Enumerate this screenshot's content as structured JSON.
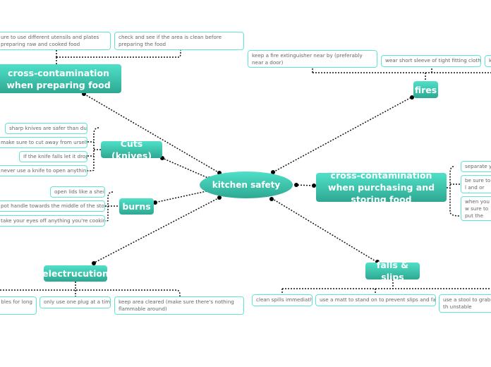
{
  "center": "kitchen safety",
  "branches": {
    "prep": {
      "label": "cross-contamination when preparing food",
      "items": [
        "ure to use different utensils and plates preparing raw and cooked food",
        "check and see if the area is clean before preparing the food"
      ]
    },
    "cuts": {
      "label": "Cuts (knives)",
      "items": [
        "sharp knives are safer than dull",
        "make sure to cut away from urself",
        "If the knife falls let it drop",
        "never use a knife to open anything"
      ]
    },
    "burns": {
      "label": "burns",
      "items": [
        "open lids like a sheil",
        "pot handle towards the middle of the stove",
        "take your eyes off anything you're cooking"
      ]
    },
    "electrucution": {
      "label": "electrucution",
      "items": [
        "bles for long",
        "only use one plug at a time",
        "keep area cleared (make sure there's nothing flammable around)"
      ]
    },
    "fires": {
      "label": "fires",
      "items": [
        "keep a fire extinguisher near by (preferably near a door)",
        "wear short sleeve of tight fitting clothes",
        "k"
      ]
    },
    "purchasing": {
      "label": "cross-contamination when purchasing and storing food",
      "items": [
        "separate yo",
        "be sure to l and or plas",
        "when you w sure to put the counter"
      ]
    },
    "falls": {
      "label": "falls & slips",
      "items": [
        "clean spills immediatly",
        "use a matt to stand on to prevent slips and falls",
        "use a stool to grab th unstable"
      ]
    }
  },
  "colors": {
    "node": "#3cc4ad",
    "leaf_border": "#5ee6d2"
  }
}
